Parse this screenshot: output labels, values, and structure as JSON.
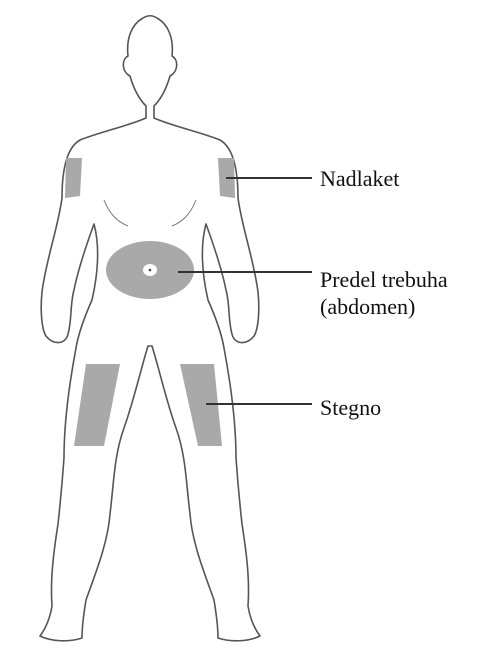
{
  "labels": {
    "upper_arm": "Nadlaket",
    "abdomen_line1": "Predel trebuha",
    "abdomen_line2": "(abdomen)",
    "thigh": "Stegno"
  },
  "colors": {
    "injection_zone": "#a9a9a9",
    "outline": "#555555",
    "leader_line": "#333333"
  }
}
